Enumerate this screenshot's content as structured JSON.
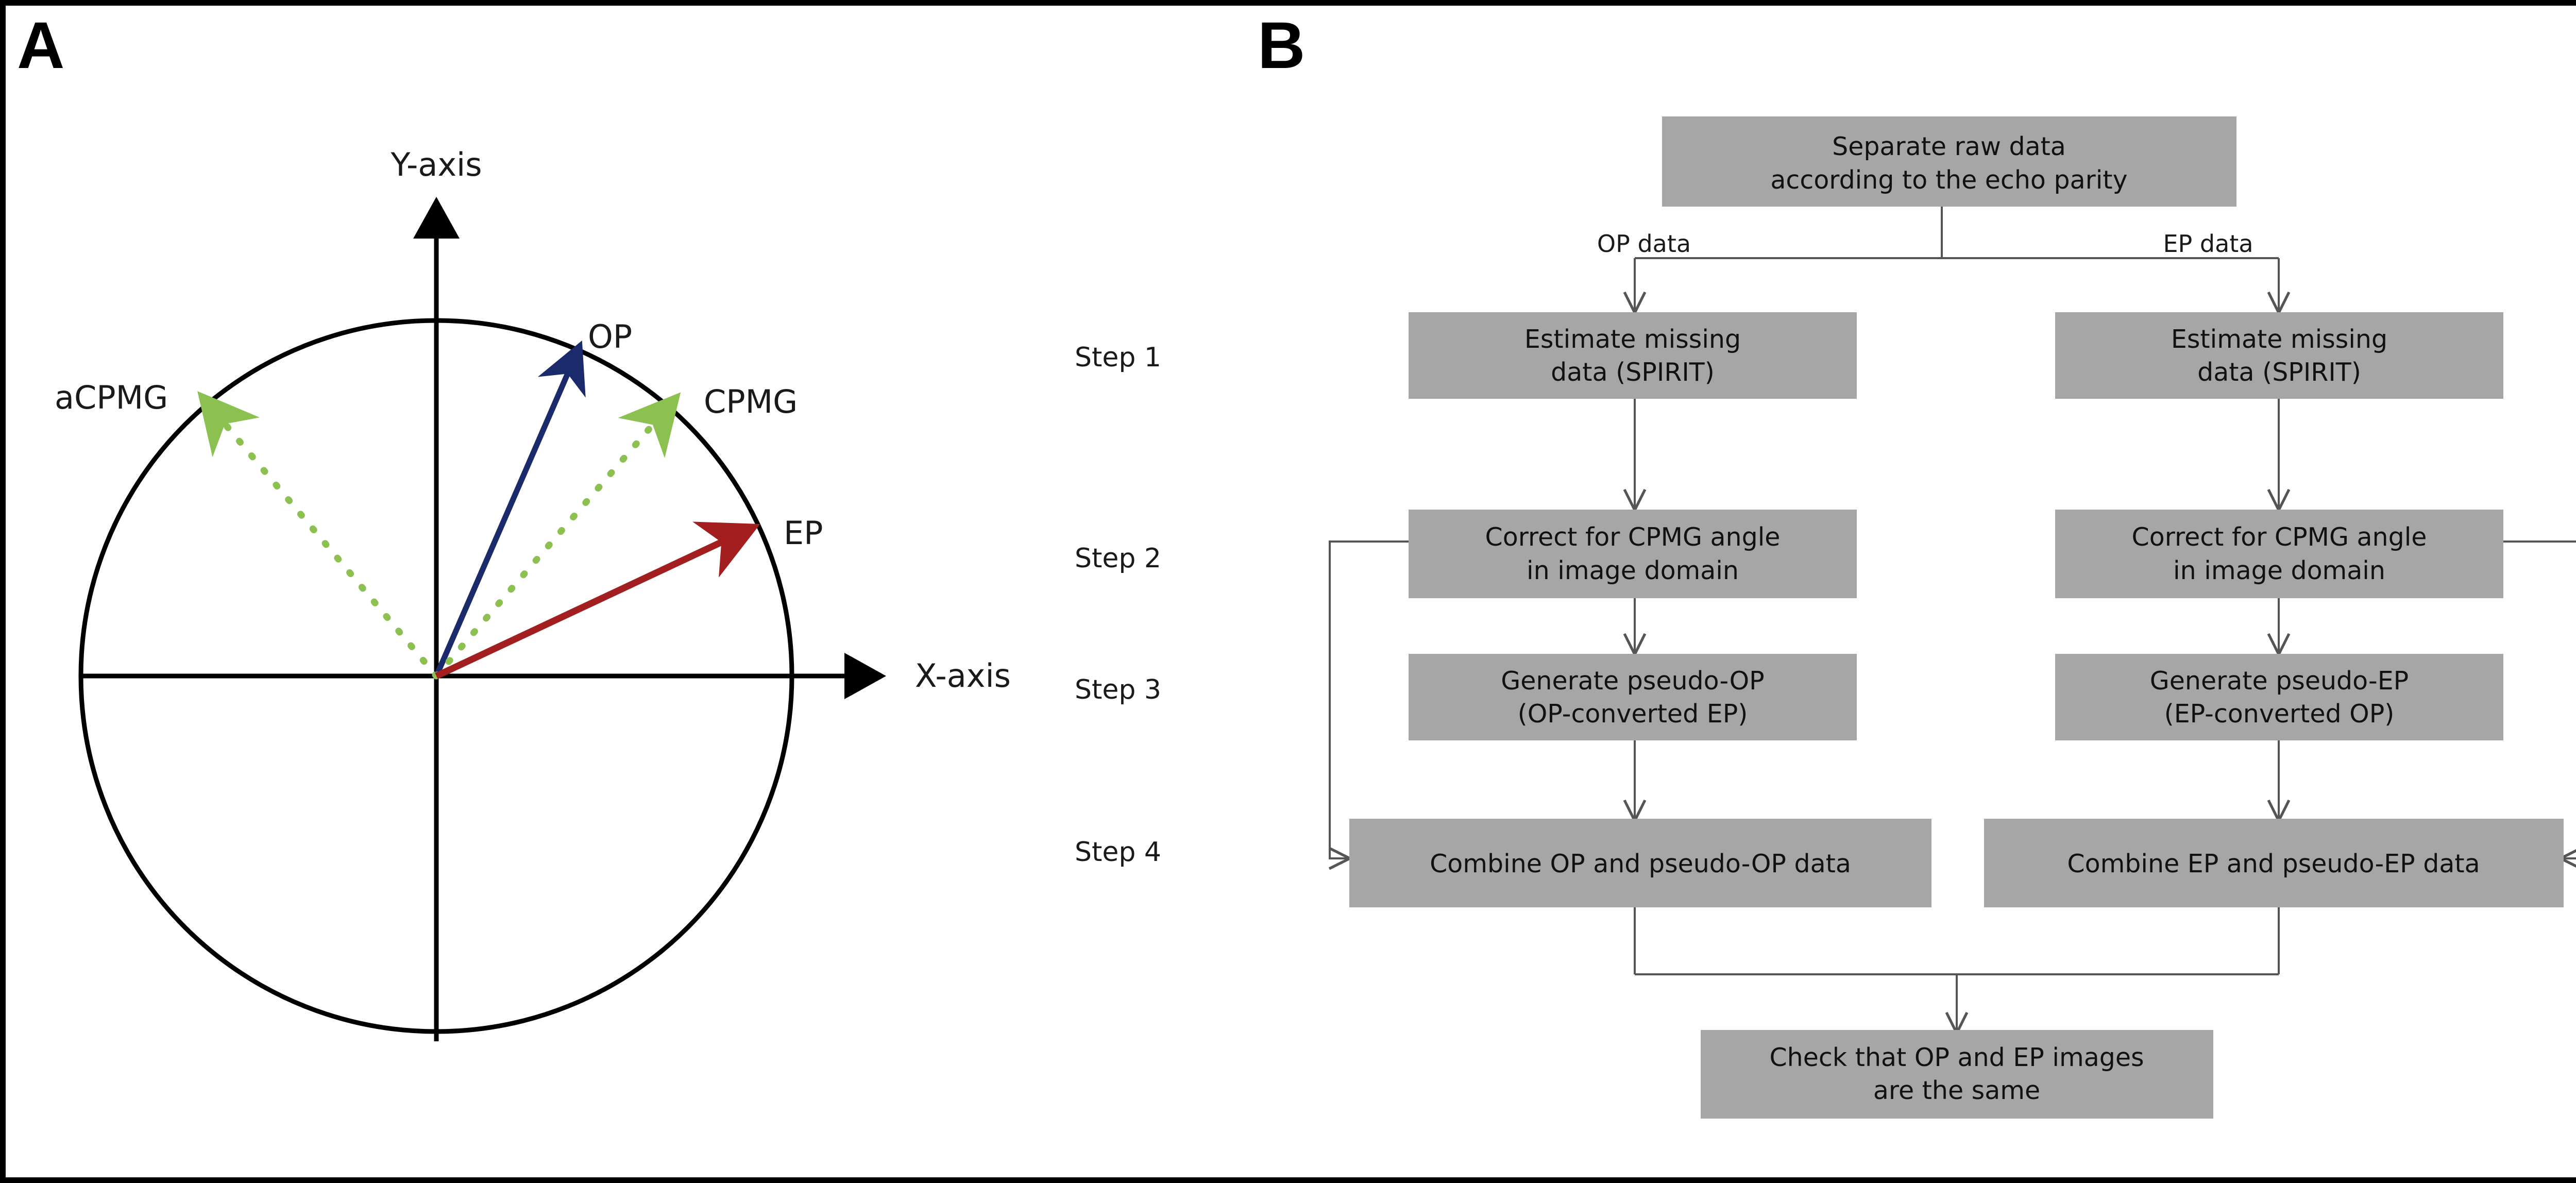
{
  "figure": {
    "panels": [
      {
        "letter": "A",
        "name": "vector-diagram"
      },
      {
        "letter": "B",
        "name": "flowchart"
      }
    ],
    "frame_color": "#000000",
    "background": "#ffffff"
  },
  "panel_a": {
    "letter": "A",
    "axes": {
      "y_label": "Y-axis",
      "x_label": "X-axis",
      "axis_color": "#000000"
    },
    "circle": {
      "label": "unit-circle",
      "color": "#000000"
    },
    "vectors": [
      {
        "label": "aCPMG",
        "color": "#8cc152",
        "style": "dotted",
        "angle_deg": 130,
        "length_frac": 1.0
      },
      {
        "label": "OP",
        "color": "#1b2a6b",
        "style": "solid",
        "angle_deg": 67,
        "length_frac": 1.0
      },
      {
        "label": "CPMG",
        "color": "#8cc152",
        "style": "dotted",
        "angle_deg": 50,
        "length_frac": 1.0
      },
      {
        "label": "EP",
        "color": "#a31f1f",
        "style": "solid",
        "angle_deg": 39,
        "length_frac": 1.0
      }
    ]
  },
  "panel_b": {
    "letter": "B",
    "step_labels": [
      "Step 1",
      "Step 2",
      "Step 3",
      "Step 4"
    ],
    "edge_labels": {
      "left": "OP data",
      "right": "EP data"
    },
    "box_fill": "#a6a6a6",
    "connector_color": "#555555",
    "boxes": {
      "root": {
        "line1": "Separate raw data",
        "line2": "according to the echo parity"
      },
      "left_step1": {
        "line1": "Estimate missing",
        "line2": "data (SPIRIT)"
      },
      "right_step1": {
        "line1": "Estimate missing",
        "line2": "data (SPIRIT)"
      },
      "left_step2": {
        "line1": "Correct for CPMG angle",
        "line2": "in image domain"
      },
      "right_step2": {
        "line1": "Correct for CPMG angle",
        "line2": "in image domain"
      },
      "left_step3": {
        "line1": "Generate pseudo-OP",
        "line2": "(OP-converted EP)"
      },
      "right_step3": {
        "line1": "Generate pseudo-EP",
        "line2": "(EP-converted OP)"
      },
      "left_step4": {
        "line1": "Combine OP and pseudo-OP data",
        "line2": ""
      },
      "right_step4": {
        "line1": "Combine EP and pseudo-EP data",
        "line2": ""
      },
      "final": {
        "line1": "Check that OP and EP images",
        "line2": "are the same"
      }
    }
  },
  "chart_data": {
    "type": "diagram",
    "title": "",
    "panel_a_vectors": [
      {
        "name": "aCPMG",
        "angle_deg": 130,
        "radius": 1.0,
        "color": "#8cc152",
        "dashed": true
      },
      {
        "name": "OP",
        "angle_deg": 67,
        "radius": 1.0,
        "color": "#1b2a6b",
        "dashed": false
      },
      {
        "name": "CPMG",
        "angle_deg": 50,
        "radius": 1.0,
        "color": "#8cc152",
        "dashed": true
      },
      {
        "name": "EP",
        "angle_deg": 39,
        "radius": 1.0,
        "color": "#a31f1f",
        "dashed": false
      }
    ],
    "panel_b_flow": [
      {
        "from": "Separate raw data according to the echo parity",
        "to": "Estimate missing data (SPIRIT)",
        "label": "OP data"
      },
      {
        "from": "Separate raw data according to the echo parity",
        "to": "Estimate missing data (SPIRIT)",
        "label": "EP data"
      },
      {
        "from": "Estimate missing data (SPIRIT)",
        "to": "Correct for CPMG angle in image domain",
        "label": ""
      },
      {
        "from": "Correct for CPMG angle in image domain",
        "to": "Generate pseudo-OP (OP-converted EP)",
        "label": ""
      },
      {
        "from": "Generate pseudo-OP (OP-converted EP)",
        "to": "Combine OP and pseudo-OP data",
        "label": ""
      },
      {
        "from": "Correct for CPMG angle in image domain",
        "to": "Combine OP and pseudo-OP data",
        "label": ""
      },
      {
        "from": "Combine OP and pseudo-OP data",
        "to": "Check that OP and EP images are the same",
        "label": ""
      },
      {
        "from": "Combine EP and pseudo-EP data",
        "to": "Check that OP and EP images are the same",
        "label": ""
      }
    ]
  }
}
